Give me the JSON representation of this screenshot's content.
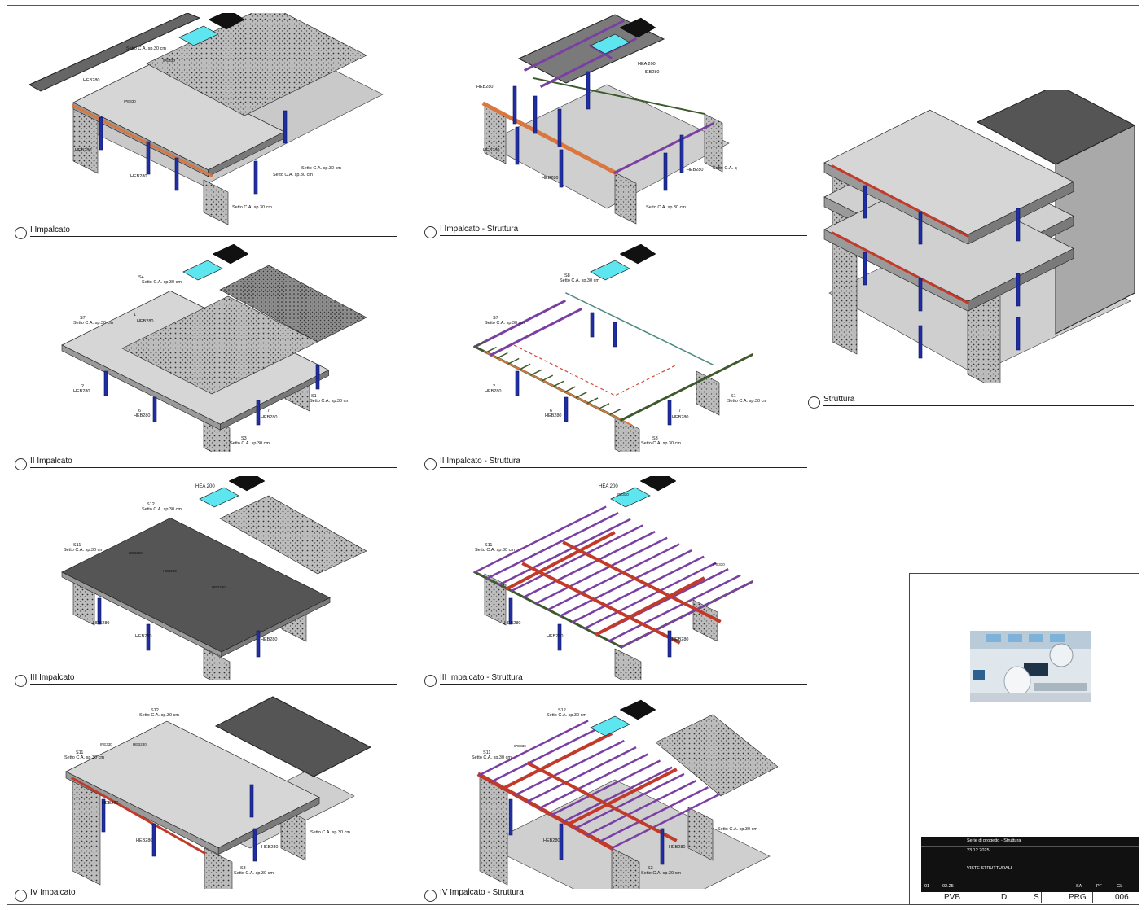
{
  "views": [
    {
      "id": "v1",
      "title": "I Impalcato"
    },
    {
      "id": "v2",
      "title": "I Impalcato - Struttura"
    },
    {
      "id": "v3",
      "title": "Struttura"
    },
    {
      "id": "v4",
      "title": "II Impalcato"
    },
    {
      "id": "v5",
      "title": "II Impalcato - Struttura"
    },
    {
      "id": "v6",
      "title": "III Impalcato"
    },
    {
      "id": "v7",
      "title": "III Impalcato - Struttura"
    },
    {
      "id": "v8",
      "title": "IV Impalcato"
    },
    {
      "id": "v9",
      "title": "IV Impalcato - Struttura"
    }
  ],
  "tags": {
    "heb": "HEB280",
    "hea": "HEA 200",
    "ipe": "IPE330",
    "setto": "Setto C.A. sp.30 cm",
    "s1": "S1",
    "s3": "S3",
    "s4": "S4",
    "s7": "S7",
    "s8": "S8",
    "s11": "S11",
    "s12": "S12",
    "num1": "1",
    "num2": "2",
    "num6": "6",
    "num7": "7"
  },
  "title_block": {
    "row1_value": "Serie di progetto - Struttura",
    "row2_value": "23.12.2025",
    "row4_value": "VISTE STRUTTURALI",
    "row6_a": "01",
    "row6_b": "02.25",
    "row6_c": "SA",
    "row6_d": "PF",
    "row6_e": "GL",
    "code_1": "PVB",
    "code_2": "D",
    "code_3": "S",
    "code_4": "PRG",
    "code_5": "006"
  },
  "colors": {
    "slab_light": "#d9d9d9",
    "slab_dark": "#555555",
    "column_blue": "#1f2fa3",
    "beam_orange": "#d9773f",
    "beam_red": "#c23a2a",
    "beam_purple": "#7a3fa3",
    "beam_green": "#3e5a2c",
    "stair_cyan": "#5ee6f0",
    "title_rule": "#2f5b8a"
  }
}
